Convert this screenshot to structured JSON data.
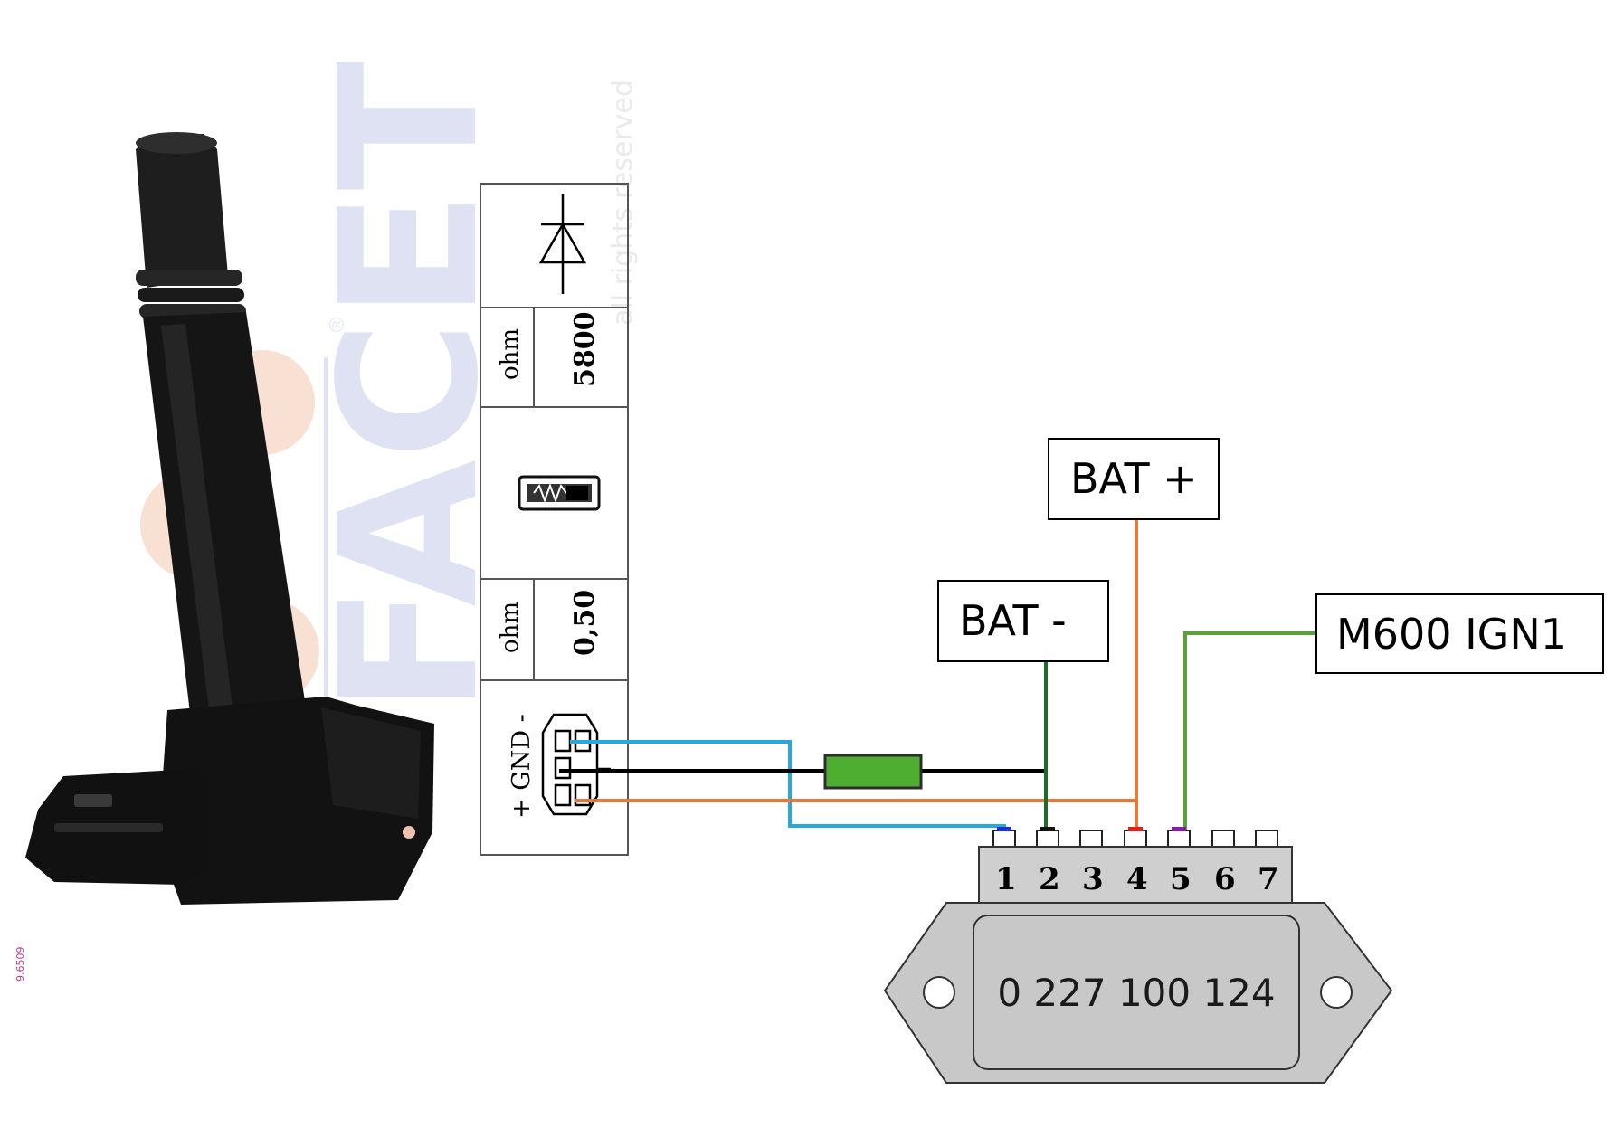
{
  "colors": {
    "wire_blue": "#2aa7dc",
    "wire_black": "#000000",
    "wire_orange": "#e47a3c",
    "wire_dark_green": "#1e6b2a",
    "wire_green": "#5aa33c",
    "resistor_green": "#4eae32",
    "module_gray": "#c8c8c8"
  },
  "coil": {
    "icon": "ignition-coil-image"
  },
  "watermark": {
    "brand": "FACET",
    "registered": "®",
    "rights": "all rights reserved"
  },
  "spec_table": {
    "icon_diode": "diode-symbol-icon",
    "row_secondary": {
      "unit": "ohm",
      "value": "5800"
    },
    "icon_suppressor": "spark-suppressor-icon",
    "row_primary": {
      "unit": "ohm",
      "value": "0,50"
    },
    "connector": {
      "label": "+ GND -",
      "icon": "connector-icon"
    }
  },
  "labels": {
    "bat_plus": "BAT +",
    "bat_minus": "BAT -",
    "m600": "M600 IGN1"
  },
  "module": {
    "part_number": "0 227 100 124",
    "pins": [
      "1",
      "2",
      "3",
      "4",
      "5",
      "6",
      "7"
    ]
  },
  "side_code": "9.6509"
}
